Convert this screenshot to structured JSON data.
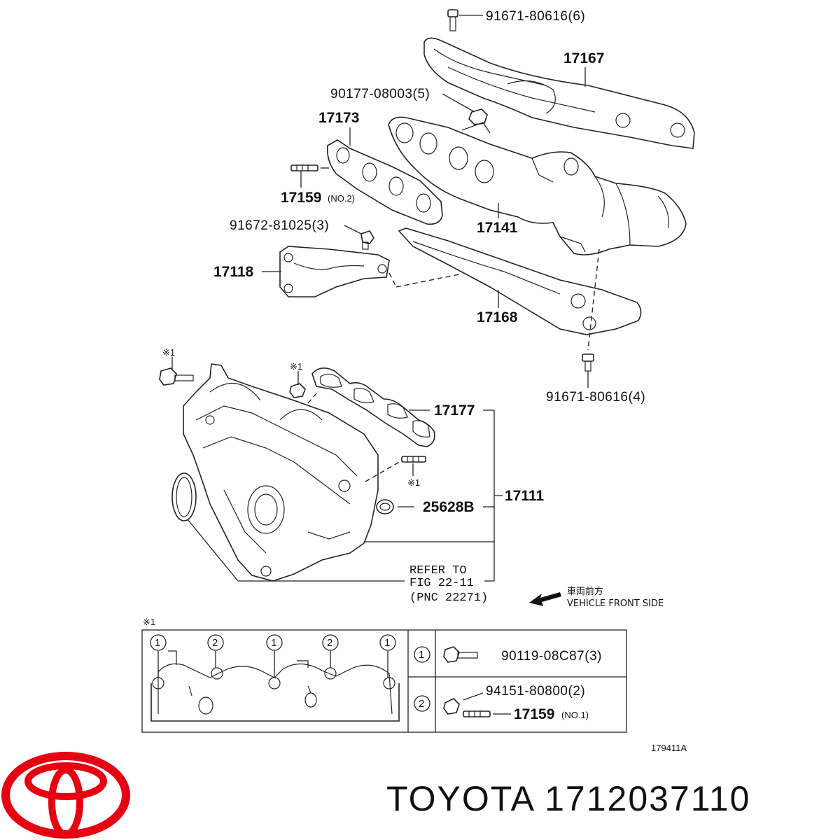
{
  "callouts": {
    "bolt_top": "91671-80616(6)",
    "heat_insulator_upper": "17167",
    "nut_manifold": "90177-08003(5)",
    "gasket_exhaust": "17173",
    "stud_no2_num": "17159",
    "stud_no2_suffix": "(NO.2)",
    "bolt_bracket": "91672-81025(3)",
    "exhaust_manifold": "17141",
    "bracket": "17118",
    "heat_insulator_lower": "17168",
    "bolt_bottom": "91671-80616(4)",
    "gasket_intake": "17177",
    "intake_manifold_assy": "17111",
    "gasket_25628b": "25628B",
    "mark_1_a": "※1",
    "mark_1_b": "※1",
    "mark_1_c": "※1"
  },
  "refer_note": {
    "line1": "REFER TO",
    "line2": "FIG 22-11",
    "line3": "(PNC 22271)"
  },
  "direction": {
    "jp": "車両前方",
    "en": "VEHICLE FRONT SIDE"
  },
  "legend": {
    "mark": "※1",
    "circle_1": "1",
    "circle_2": "2",
    "row1_part": "90119-08C87(3)",
    "row2_part_a": "94151-80800(2)",
    "row2_part_b_num": "17159",
    "row2_part_b_suffix": "(NO.1)"
  },
  "figure_code": "179411A",
  "brand": {
    "text": "TOYOTA 1712037110",
    "logo_color": "#e60012"
  }
}
